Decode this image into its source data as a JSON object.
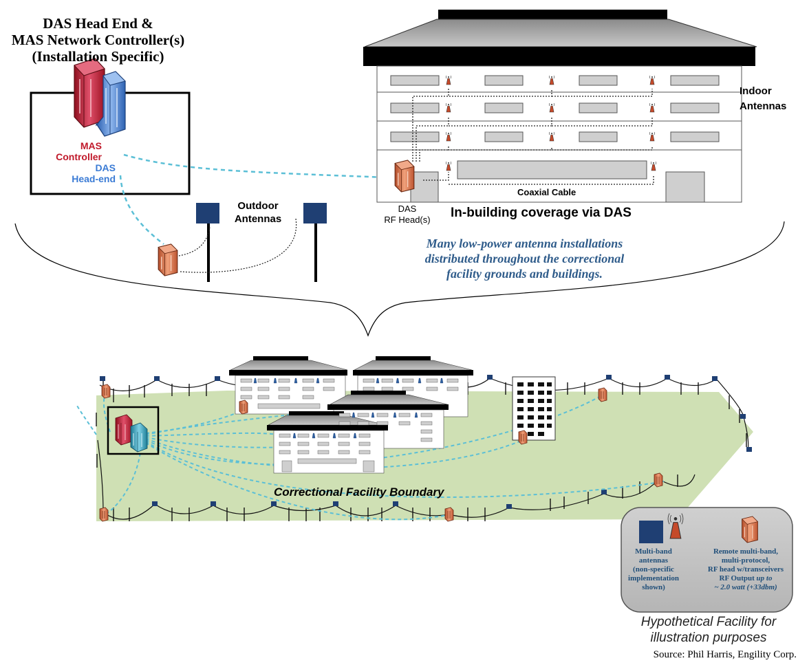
{
  "head_end_title": [
    "DAS Head End &",
    "MAS Network Controller(s)",
    "(Installation Specific)"
  ],
  "mas_label": [
    "MAS",
    "Controller"
  ],
  "das_label": [
    "DAS",
    "Head-end"
  ],
  "indoor_antennas": [
    "Indoor",
    "Antennas"
  ],
  "outdoor_antennas": [
    "Outdoor",
    "Antennas"
  ],
  "coaxial_cable": "Coaxial Cable",
  "das_rf_head": [
    "DAS",
    "RF Head(s)"
  ],
  "in_building_title": "In-building  coverage via DAS",
  "description": [
    "Many low-power antenna installations",
    "distributed throughout the correctional",
    "facility grounds and buildings."
  ],
  "facility_boundary": "Correctional Facility Boundary",
  "legend": {
    "antenna_text": [
      "Multi-band",
      "antennas",
      "(non-specific",
      "implementation",
      "shown)"
    ],
    "rf_head_text": [
      "Remote multi-band,",
      "multi-protocol,",
      "RF head w/transceivers"
    ],
    "rf_output_prefix": "RF Output ",
    "rf_output_italic_1": "up to",
    "rf_output_italic_2": "~ 2.0 watt (+33dbm)"
  },
  "caption": [
    "Hypothetical Facility for",
    "illustration purposes"
  ],
  "source": "Source: Phil Harris, Engility Corp.",
  "colors": {
    "mas_red": "#c0192a",
    "das_blue": "#3a7bd5",
    "cable_cyan": "#5bbfd6",
    "antenna_navy": "#1f3f73",
    "rf_head_orange": "#d4663c",
    "ground_green": "#cfe0b4",
    "legend_grey": "#bfbfbf",
    "text_blue": "#2e5b8a"
  }
}
